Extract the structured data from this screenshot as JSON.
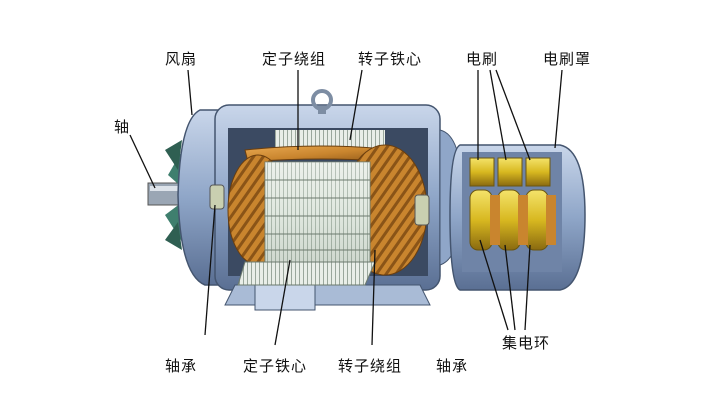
{
  "diagram": {
    "subject": "wound-rotor induction motor cutaway",
    "labels": {
      "fan": "风扇",
      "stator_winding": "定子绕组",
      "rotor_core": "转子铁心",
      "brush": "电刷",
      "brush_cover": "电刷罩",
      "shaft": "轴",
      "bearing_left": "轴承",
      "stator_core": "定子铁心",
      "rotor_winding": "转子绕组",
      "bearing_right": "轴承",
      "slip_ring": "集电环"
    },
    "colors": {
      "housing": "#8fa6c8",
      "housing_dark": "#5a6f93",
      "housing_light": "#c9d6ea",
      "fan": "#8fd3c0",
      "copper": "#c9852e",
      "copper_dark": "#8a5417",
      "core": "#dfe6e0",
      "brass": "#e0c22a",
      "leader": "#111111"
    }
  }
}
